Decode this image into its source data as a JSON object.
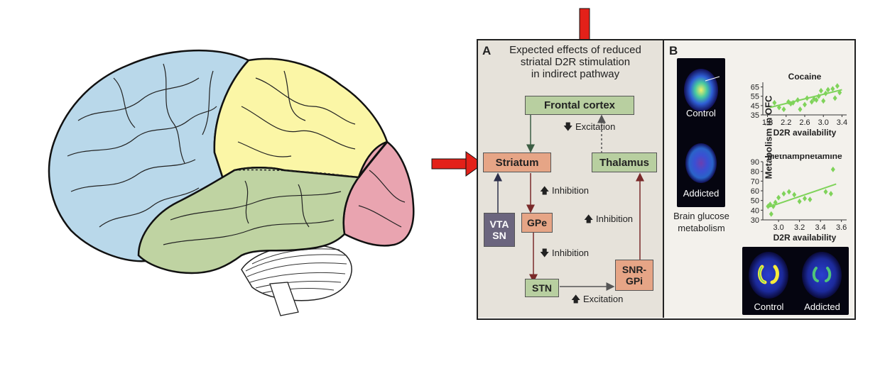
{
  "panel_a": {
    "letter": "A",
    "title_lines": [
      "Expected effects of reduced",
      "striatal D2R stimulation",
      "in indirect pathway"
    ],
    "nodes": {
      "frontal_cortex": "Frontal cortex",
      "striatum": "Striatum",
      "thalamus": "Thalamus",
      "vta_sn": [
        "VTA",
        "SN"
      ],
      "gpe": "GPe",
      "stn": "STN",
      "snr_gpi": [
        "SNR-",
        "GPi"
      ]
    },
    "edge_labels": {
      "excitation_top": "Excitation",
      "inhibition_striatum_gpe": "Inhibition",
      "inhibition_gpe_stn": "Inhibition",
      "inhibition_snr_thalamus": "Inhibition",
      "excitation_bottom": "Excitation"
    }
  },
  "panel_b": {
    "letter": "B",
    "scan_labels": [
      "Control",
      "Addicted"
    ],
    "caption_lines": [
      "Brain glucose",
      "metabolism"
    ],
    "y_axis_label": "Metabolism in OFC",
    "bottom_scan_labels": [
      "Control",
      "Addicted"
    ]
  },
  "chart_data": [
    {
      "type": "scatter",
      "title": "Cocaine",
      "xlabel": "D2R availability",
      "ylabel": "Metabolism in OFC",
      "xlim": [
        1.7,
        3.5
      ],
      "ylim": [
        35,
        70
      ],
      "xticks": [
        "1.8",
        "2.2",
        "2.6",
        "3.0",
        "3.4"
      ],
      "yticks": [
        "35",
        "45",
        "55",
        "65"
      ],
      "points": [
        [
          1.95,
          48
        ],
        [
          2.05,
          43
        ],
        [
          2.15,
          41
        ],
        [
          2.25,
          49
        ],
        [
          2.3,
          47
        ],
        [
          2.35,
          48
        ],
        [
          2.45,
          51
        ],
        [
          2.5,
          41
        ],
        [
          2.6,
          46
        ],
        [
          2.65,
          53
        ],
        [
          2.75,
          49
        ],
        [
          2.8,
          52
        ],
        [
          2.85,
          51
        ],
        [
          2.9,
          55
        ],
        [
          2.95,
          61
        ],
        [
          3.0,
          50
        ],
        [
          3.05,
          58
        ],
        [
          3.1,
          62
        ],
        [
          3.2,
          63
        ],
        [
          3.25,
          53
        ],
        [
          3.3,
          66
        ],
        [
          3.35,
          59
        ]
      ],
      "trend": [
        [
          1.85,
          43
        ],
        [
          3.4,
          62
        ]
      ],
      "color": "#7fd35a"
    },
    {
      "type": "scatter",
      "title": "Methamphetamine",
      "xlabel": "D2R availability",
      "ylabel": "Metabolism in OFC",
      "xlim": [
        2.85,
        3.65
      ],
      "ylim": [
        30,
        90
      ],
      "xticks": [
        "3.0",
        "3.2",
        "3.4",
        "3.6"
      ],
      "yticks": [
        "30",
        "40",
        "50",
        "60",
        "70",
        "80",
        "90"
      ],
      "points": [
        [
          2.9,
          44
        ],
        [
          2.92,
          46
        ],
        [
          2.93,
          36
        ],
        [
          2.95,
          44
        ],
        [
          2.97,
          48
        ],
        [
          3.0,
          53
        ],
        [
          3.05,
          57
        ],
        [
          3.1,
          59
        ],
        [
          3.15,
          56
        ],
        [
          3.2,
          49
        ],
        [
          3.25,
          52
        ],
        [
          3.3,
          51
        ],
        [
          3.45,
          59
        ],
        [
          3.5,
          57
        ],
        [
          3.52,
          82
        ]
      ],
      "trend": [
        [
          2.9,
          43
        ],
        [
          3.55,
          67
        ]
      ],
      "color": "#7fd35a"
    }
  ],
  "colors": {
    "frontal_lobe": "#b9d8ea",
    "parietal_lobe": "#fbf6a6",
    "occipital_lobe": "#e9a4b0",
    "temporal_lobe": "#bfd3a2",
    "red_arrow": "#e32119",
    "panel_a_bg": "#e6e2da",
    "panel_b_bg": "#f3f1ec"
  }
}
